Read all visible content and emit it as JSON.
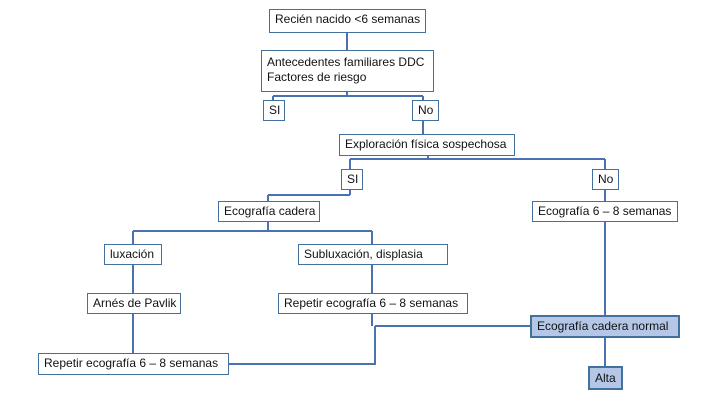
{
  "diagram": {
    "type": "flowchart",
    "line_color": "#4a72b0",
    "highlight_fill": "#b4c7e7",
    "nodes": {
      "recien_nacido": "Recién nacido <6 semanas",
      "antecedentes": [
        "Antecedentes familiares DDC",
        "Factores de riesgo"
      ],
      "si_1": "SI",
      "no_1": "No",
      "exploracion": "Exploración física sospechosa",
      "si_2": "SI",
      "no_2": "No",
      "ecografia_cadera": "Ecografía cadera",
      "ecografia_6_8": "Ecografía 6 – 8 semanas",
      "luxacion": "luxación",
      "subluxacion": "Subluxación, displasia",
      "arnes": "Arnés de Pavlik",
      "repetir_1": "Repetir ecografía 6 – 8 semanas",
      "repetir_2": "Repetir ecografía 6 – 8 semanas",
      "eco_normal": "Ecografía cadera normal",
      "alta": "Alta"
    }
  }
}
